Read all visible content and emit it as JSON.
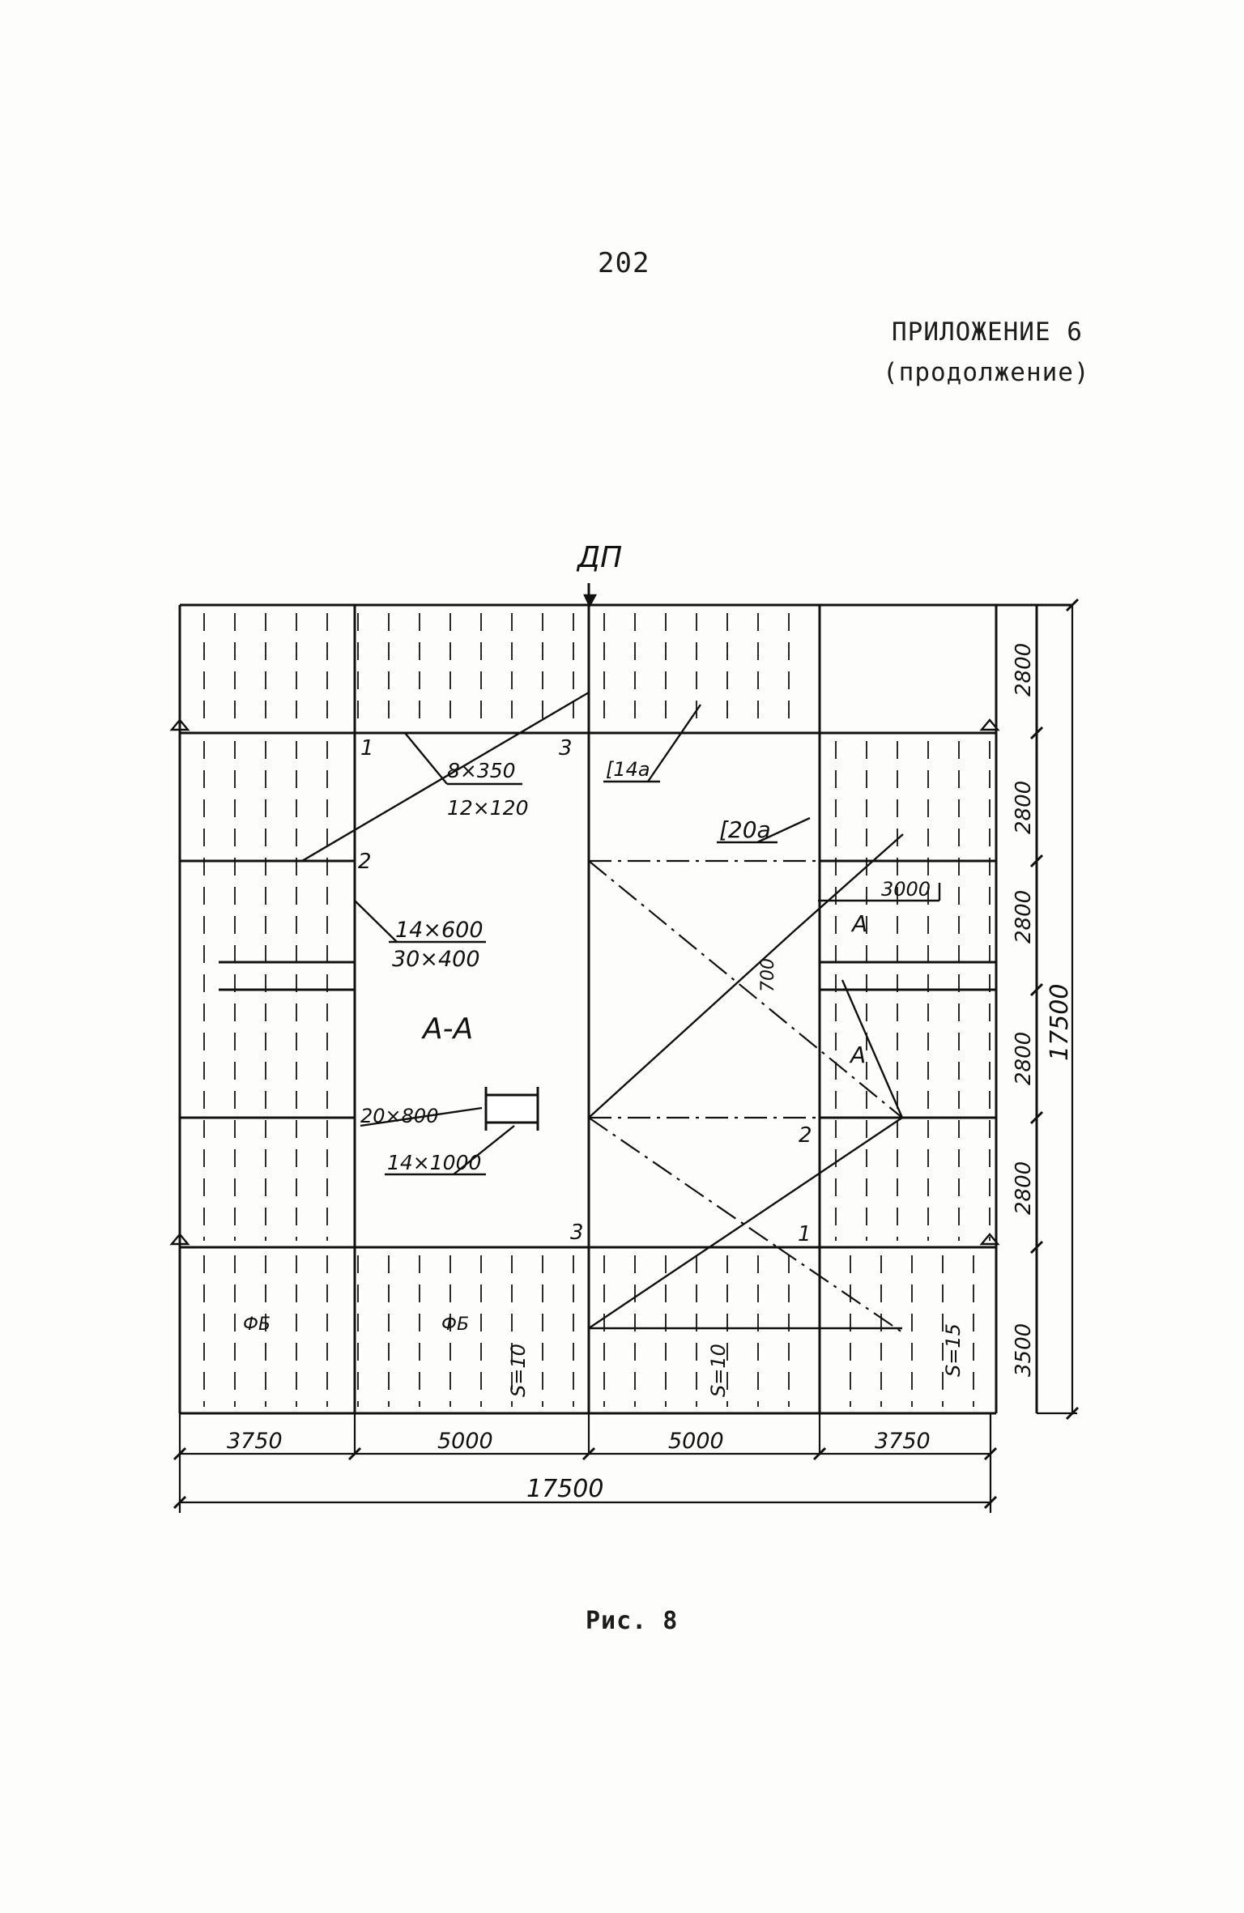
{
  "header": {
    "page_number": "202",
    "appendix_title": "ПРИЛОЖЕНИЕ 6",
    "appendix_subtitle": "(продолжение)"
  },
  "drawing": {
    "axis_label": "ДП",
    "plates": {
      "upper_1": "8×350",
      "upper_2": "12×120",
      "left_1": "14×600",
      "left_2": "30×400",
      "web": "20×800",
      "flange": "14×1000"
    },
    "profiles": {
      "channel_top": "[14a",
      "channel_mid": "[20a"
    },
    "section": {
      "label": "А-А",
      "mark_top": "А",
      "mark_bottom": "А",
      "offset_dim": "3000",
      "vertical_dim": "700"
    },
    "point_labels": {
      "p1_top": "1",
      "p3_top": "3",
      "p2_left": "2",
      "p2_right": "2",
      "p3_bottom": "3",
      "p1_bottom": "1"
    },
    "thickness": {
      "s_left": "S=10",
      "s_mid": "S=10",
      "s_right": "S=15"
    },
    "zone_marks": {
      "left": "ФБ",
      "mid": "ФБ"
    },
    "dims_bottom": [
      "3750",
      "5000",
      "5000",
      "3750"
    ],
    "dim_total_bottom": "17500",
    "dims_right": [
      "2800",
      "2800",
      "2800",
      "2800",
      "2800",
      "3500"
    ],
    "dim_total_right": "17500"
  },
  "caption": "Рис. 8"
}
